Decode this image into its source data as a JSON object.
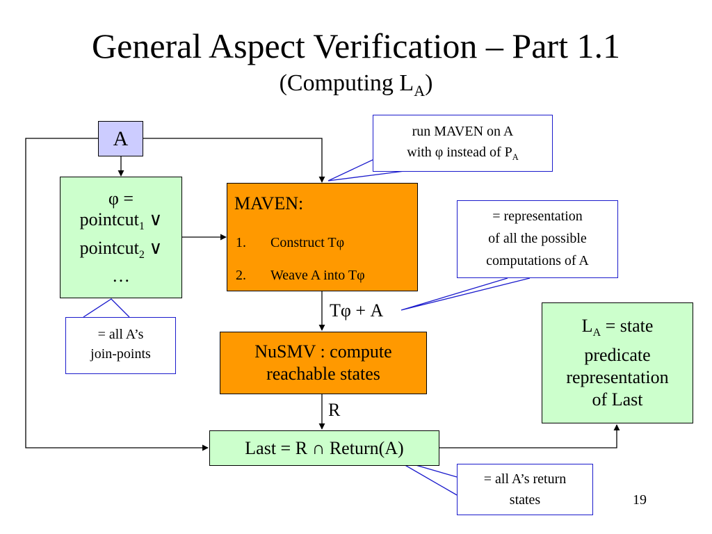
{
  "title": "General Aspect Verification – Part 1.1",
  "subtitle": {
    "text": "(Computing L",
    "sub": "A",
    "close": ")"
  },
  "nodes": {
    "a_box": "A",
    "phi_box": {
      "line1": "φ =",
      "line2_main": "pointcut",
      "line2_sub": "1",
      "line2_op": " ∨",
      "line3_main": "pointcut",
      "line3_sub": "2",
      "line3_op": " ∨",
      "line4": "…"
    },
    "maven_box": {
      "title": "MAVEN:",
      "step1_num": "1.",
      "step1_text": "Construct Tφ",
      "step2_num": "2.",
      "step2_text": "Weave A into Tφ"
    },
    "nusmv_box": {
      "line1": "NuSMV : compute",
      "line2": "reachable states"
    },
    "last_box": "Last = R ∩ Return(A)",
    "la_box": {
      "line1_main": "L",
      "line1_sub": "A",
      "line1_rest": " = state",
      "line2": "predicate",
      "line3": "representation",
      "line4": "of Last"
    }
  },
  "edge_labels": {
    "tphi_a": "Tφ + A",
    "r": "R"
  },
  "callouts": {
    "run_maven": {
      "line1": "run MAVEN on A",
      "line2_main": "with φ instead of P",
      "line2_sub": "A"
    },
    "representation": {
      "line1": "= representation",
      "line2": "of all the possible",
      "line3": "computations of A"
    },
    "join_points": {
      "line1": "= all A’s",
      "line2": "join-points"
    },
    "return_states": {
      "line1": "= all A’s return",
      "line2": "states"
    }
  },
  "page_number": "19",
  "colors": {
    "green_fill": "#ccffcc",
    "orange_fill": "#ff9900",
    "blue_fill": "#ccccff",
    "callout_border": "#1a1acc"
  }
}
